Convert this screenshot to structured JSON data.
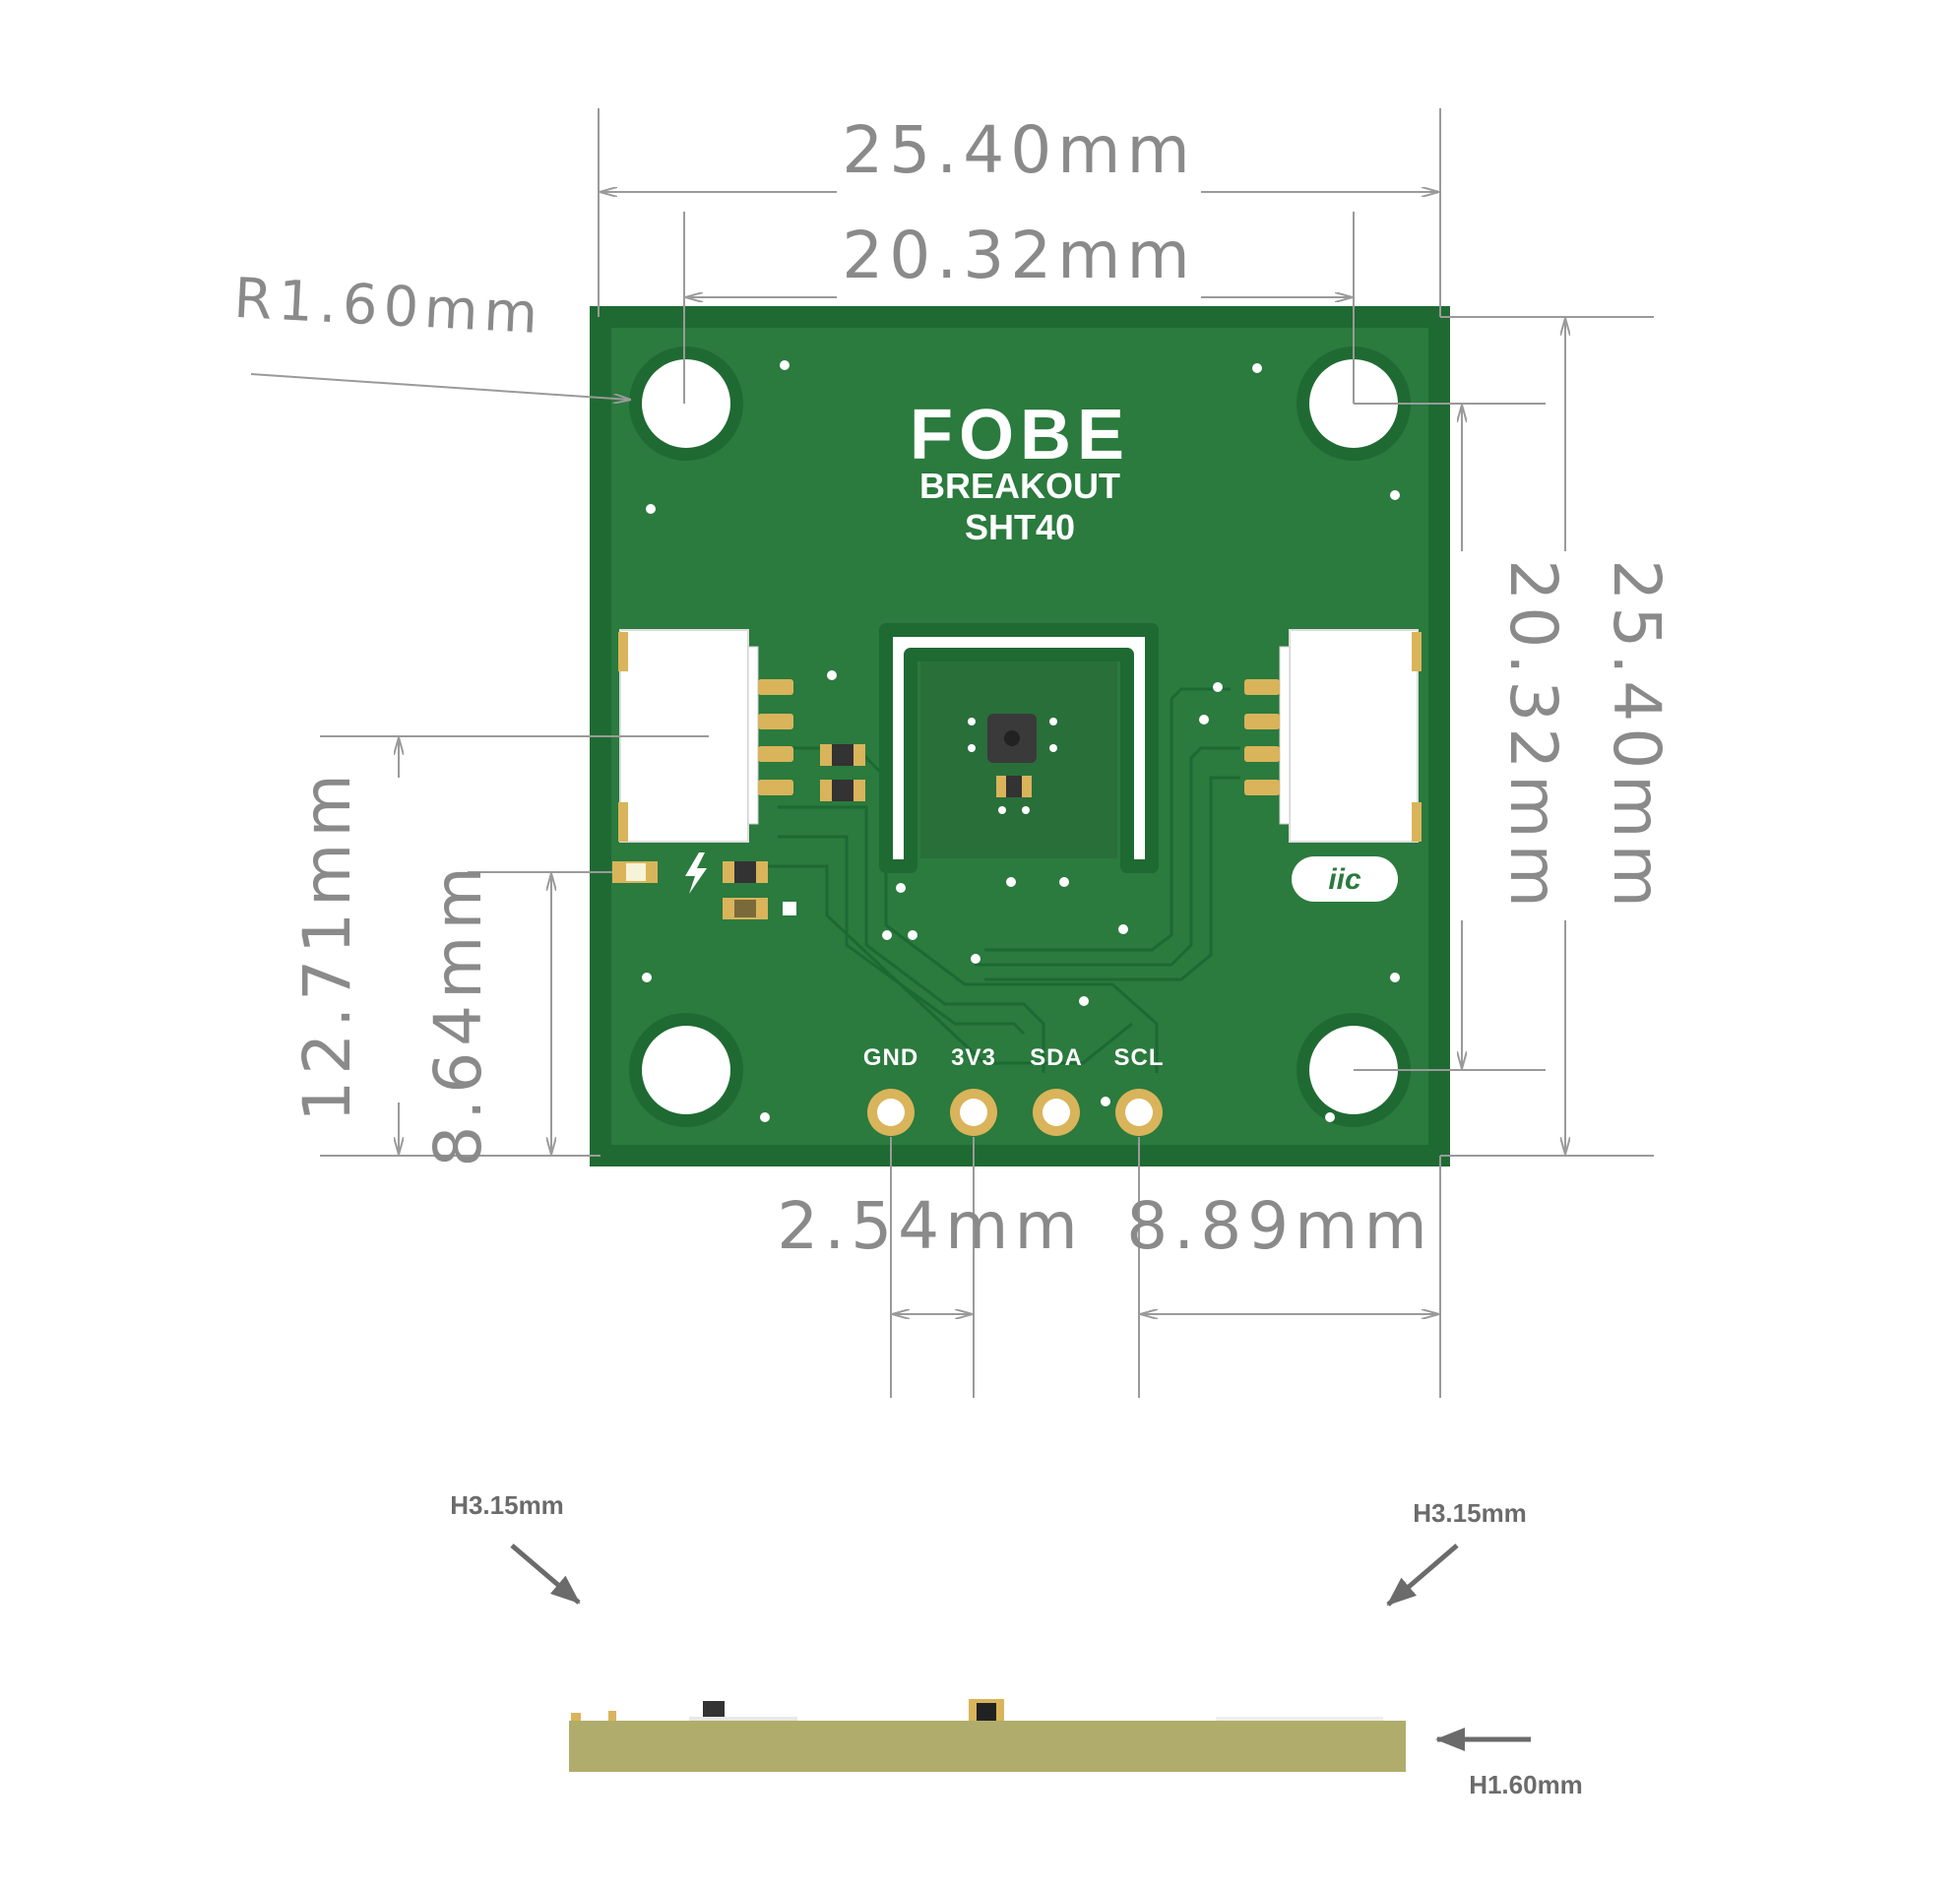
{
  "board": {
    "brand": "FOBE",
    "product_line": "BREAKOUT",
    "model": "SHT40",
    "iface_badge": "iic",
    "pins": [
      "GND",
      "3V3",
      "SDA",
      "SCL"
    ],
    "pcb_color": "#2b7a3e",
    "silk_color": "#ffffff",
    "pad_color": "#d9b45a",
    "side_color": "#b0ad6c"
  },
  "dimensions": {
    "width_outer": "25.40mm",
    "width_holes": "20.32mm",
    "corner_radius": "R1.60mm",
    "height_outer": "25.40mm",
    "height_holes": "20.32mm",
    "connector_height": "12.71mm",
    "led_height": "8.64mm",
    "pin_pitch": "2.54mm",
    "pin_offset": "8.89mm"
  },
  "side_view": {
    "height_left": "H3.15mm",
    "height_right": "H3.15mm",
    "pcb_thickness": "H1.60mm"
  }
}
